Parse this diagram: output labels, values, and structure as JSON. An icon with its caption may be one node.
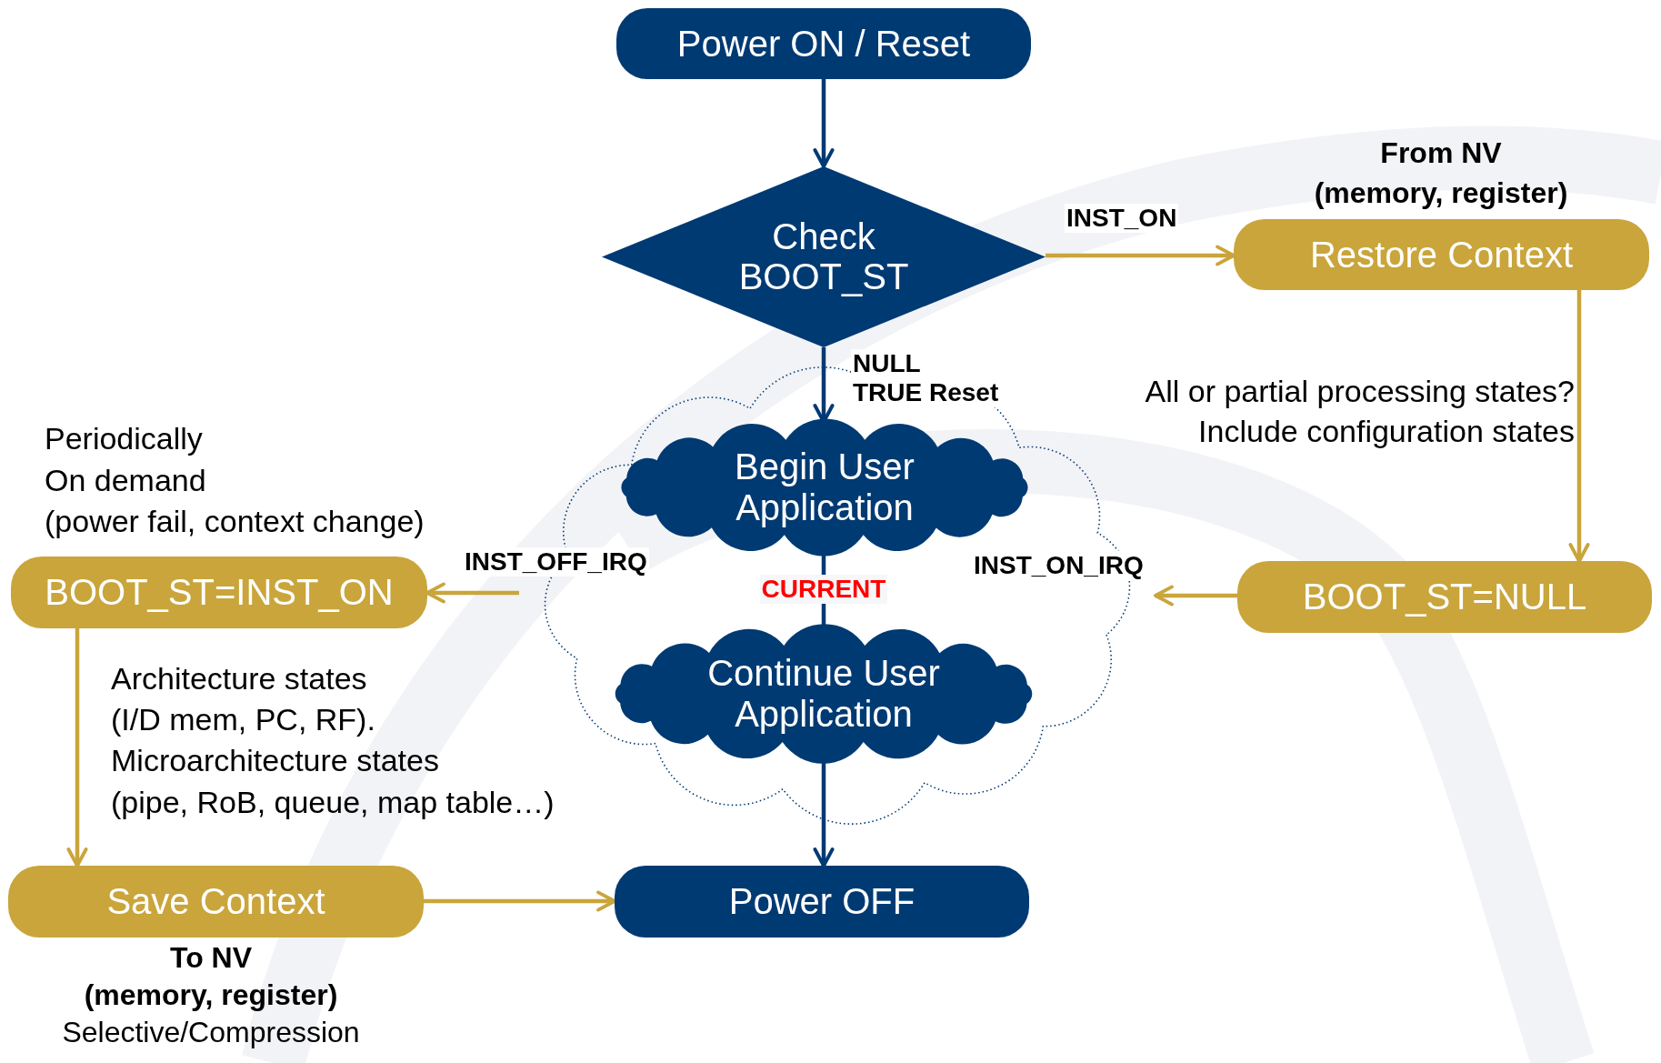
{
  "diagram": {
    "nodes": [
      {
        "text": [
          "Power ON / Reset"
        ]
      },
      {
        "text": [
          "Check BOOT_ST"
        ]
      },
      {
        "text": [
          "Restore Context"
        ],
        "beside": [
          "From NV",
          "(memory, register)"
        ]
      },
      {
        "text": [],
        "shape": "cloud"
      },
      {
        "text": [
          "Begin User Application"
        ],
        "in": 3
      },
      {
        "text": [
          "Continue User Application"
        ],
        "in": 3
      },
      {
        "text": [
          "BOOT_ST=INST_ON"
        ]
      },
      {
        "text": [
          "BOOT_ST=NULL"
        ]
      },
      {
        "text": [
          "Save Context"
        ],
        "beside": [
          "To NV",
          "(memory, register)",
          "Selective/Compression"
        ]
      },
      {
        "text": [
          "Power OFF"
        ]
      }
    ],
    "edges": [
      {
        "from": 0,
        "to": 1,
        "arrow": "to",
        "color": "#003a73"
      },
      {
        "from": 1,
        "to": 2,
        "arrow": "to",
        "label": "INST_ON"
      },
      {
        "from": 1,
        "to": 4,
        "arrow": "to",
        "label": "NULL TRUE Reset",
        "color": "#003a73"
      },
      {
        "from": 2,
        "to": 7,
        "arrow": "to"
      },
      {
        "from": 7,
        "to": 3,
        "arrow": "to",
        "label": "INST_ON_IRQ"
      },
      {
        "from": 3,
        "to": 6,
        "arrow": "to",
        "label": "INST_OFF_IRQ"
      },
      {
        "from": 4,
        "to": 5,
        "arrow": "none",
        "label": "CURRENT",
        "color": "#003a73"
      },
      {
        "from": 5,
        "to": 9,
        "arrow": "to",
        "color": "#003a73"
      },
      {
        "from": 6,
        "to": 8,
        "arrow": "to"
      },
      {
        "from": 8,
        "to": 9,
        "arrow": "to"
      }
    ],
    "labels": [
      "All or partial processing states?",
      "Include configuration states",
      "Periodically",
      "On demand",
      "(power fail, context change)",
      "Architecture states",
      "(I/D mem, PC, RF).",
      "Microarchitecture states",
      "(pipe, RoB, queue, map table…)"
    ]
  }
}
